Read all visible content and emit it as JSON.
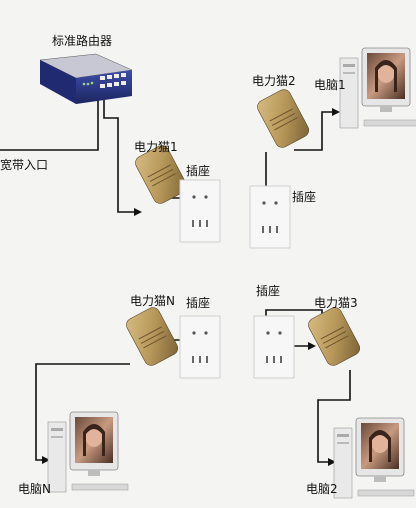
{
  "diagram": {
    "router": {
      "label": "标准路由器",
      "icon": "network-router-icon"
    },
    "broadband": {
      "label": "宽带入口"
    },
    "modems": [
      {
        "label": "电力猫1",
        "icon": "powerline-adapter-icon"
      },
      {
        "label": "电力猫2",
        "icon": "powerline-adapter-icon"
      },
      {
        "label": "电力猫N",
        "icon": "powerline-adapter-icon"
      },
      {
        "label": "电力猫3",
        "icon": "powerline-adapter-icon"
      }
    ],
    "sockets": [
      {
        "label": "插座",
        "icon": "wall-socket-icon"
      },
      {
        "label": "插座",
        "icon": "wall-socket-icon"
      },
      {
        "label": "插座",
        "icon": "wall-socket-icon"
      },
      {
        "label": "插座",
        "icon": "wall-socket-icon"
      }
    ],
    "computers": [
      {
        "label": "电脑1",
        "icon": "desktop-computer-icon"
      },
      {
        "label": "电脑N",
        "icon": "desktop-computer-icon"
      },
      {
        "label": "电脑2",
        "icon": "desktop-computer-icon"
      }
    ],
    "colors": {
      "background": "#f4f4f2",
      "router_body": "#2b3a8a",
      "modem_body": "#b8985a",
      "socket_face": "#f7f7f7",
      "cable": "#111111",
      "tower": "#e9e9e9"
    }
  }
}
